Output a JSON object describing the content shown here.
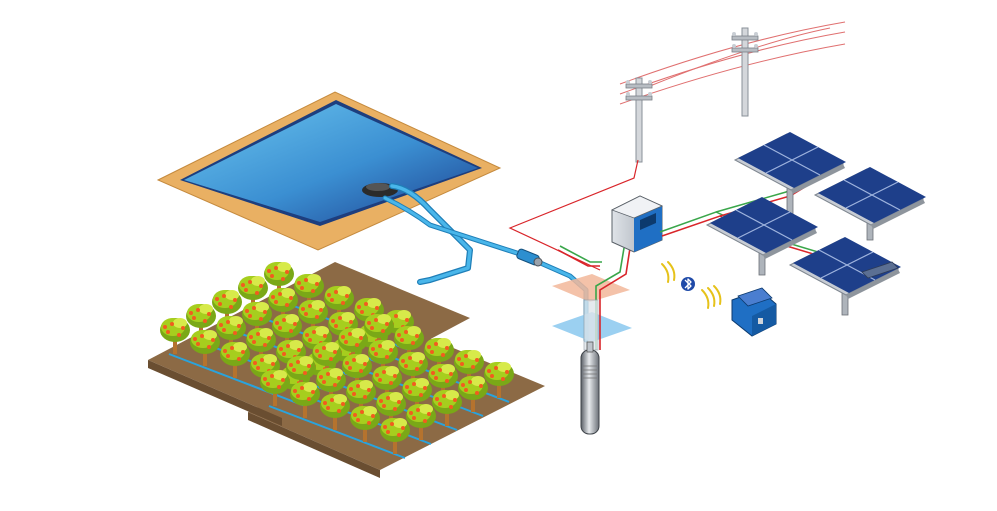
{
  "diagram": {
    "kind": "solar-powered irrigation system illustration",
    "components": [
      "water-reservoir",
      "float-switch",
      "orchard-field",
      "drip-irrigation-pipe",
      "flow-meter",
      "borehole",
      "submersible-pump",
      "pump-controller",
      "bluetooth-link",
      "mobile-device",
      "solar-panel-array",
      "power-grid-poles"
    ],
    "text_labels": []
  },
  "icons": {
    "bluetooth": "bluetooth-icon",
    "signal": "wireless-signal-icon"
  },
  "colors": {
    "background": "#ffffff",
    "water_light": "#5bb8e8",
    "water_dark": "#1c4f9c",
    "reservoir_rim": "#e9b063",
    "pipe_blue": "#2aa3dc",
    "cable_red": "#d9252a",
    "cable_green": "#3aa64a",
    "panel_cell": "#1e3f8a",
    "panel_frame": "#c7ccd4",
    "tree_leaf": "#a6ce1e",
    "tree_leaf_dark": "#7aa817",
    "fruit": "#f25c1f",
    "soil": "#8c6a45",
    "controller_blue": "#1f6fc4",
    "signal_yellow": "#e6c21a"
  }
}
